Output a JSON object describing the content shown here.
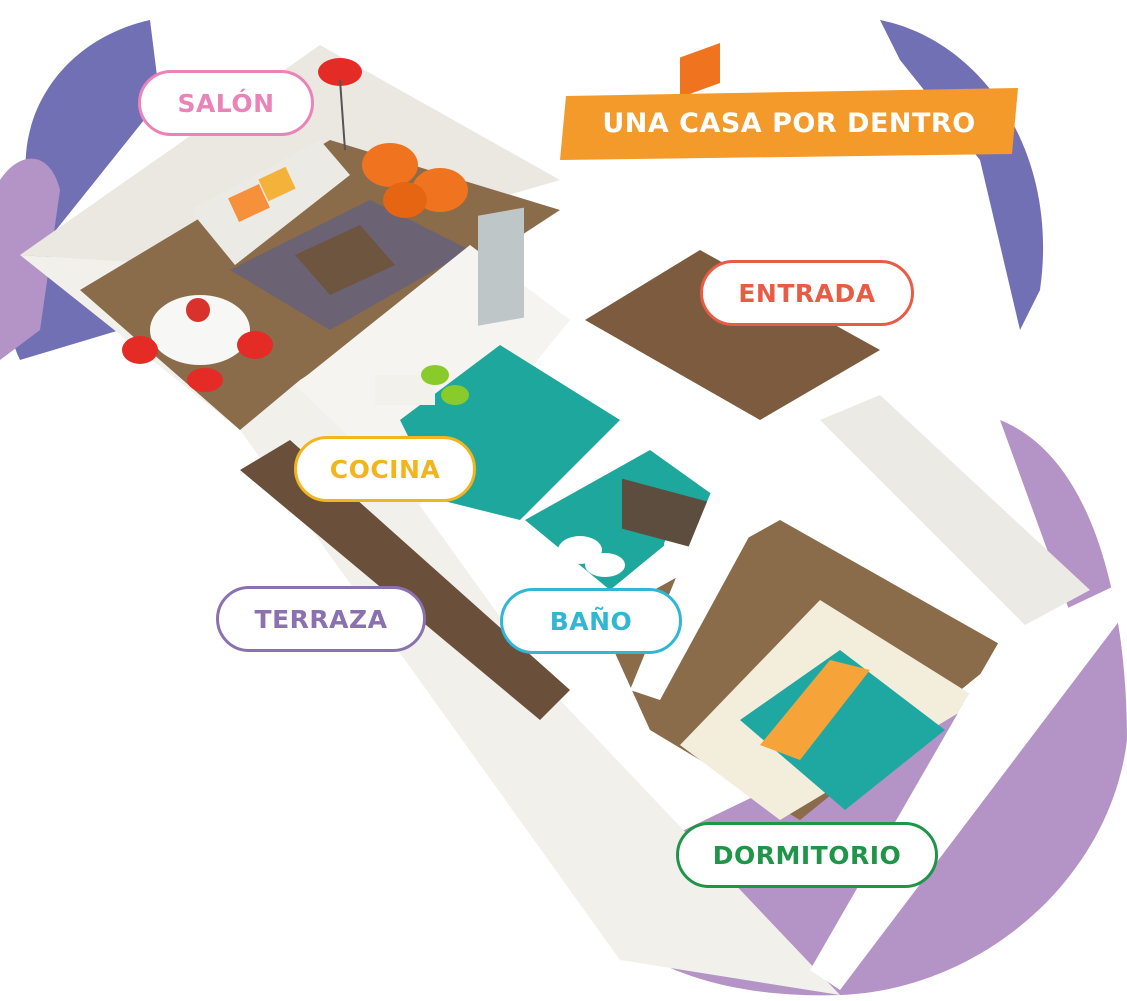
{
  "title": {
    "text": "UNA CASA POR DENTRO"
  },
  "rooms": {
    "salon": "SALÓN",
    "entrada": "ENTRADA",
    "cocina": "COCINA",
    "terraza": "TERRAZA",
    "bano": "BAÑO",
    "dormitorio": "DORMITORIO"
  },
  "colors": {
    "title_bg": "#f39a2b",
    "blob_dark": "#7270b4",
    "blob_light": "#b493c6",
    "salon": "#ea84b8",
    "entrada": "#e85b45",
    "cocina": "#f2b51d",
    "terraza": "#8a72b0",
    "bano": "#32b7d3",
    "dormitorio": "#20954a"
  }
}
